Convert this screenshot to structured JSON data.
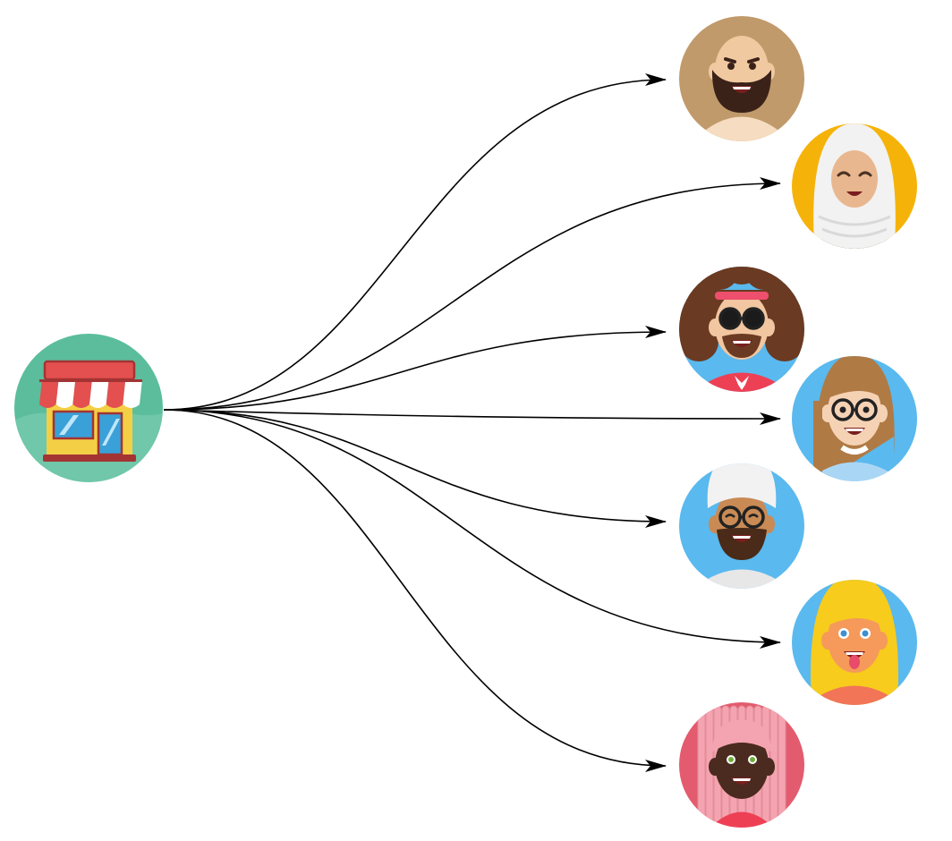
{
  "diagram": {
    "source": {
      "name": "store",
      "icon": "store-icon",
      "colors": {
        "background": "#5bbd9c",
        "awning_red": "#e3504f",
        "awning_white": "#ffffff",
        "wall": "#f3cf45",
        "window": "#3aa0d8",
        "base": "#a33433"
      }
    },
    "customers": [
      {
        "name": "customer-bald-bearded-man",
        "icon": "bald-bearded-man-avatar-icon",
        "bg": "#c19a6b",
        "skin": "#f0c9a0",
        "hair": "#3b2219",
        "shirt": "#f6dcc0"
      },
      {
        "name": "customer-hijab-woman",
        "icon": "hijab-woman-avatar-icon",
        "bg": "#f5b30a",
        "skin": "#e9b78f",
        "hair": "#f2f2f2",
        "shirt": "#34495e"
      },
      {
        "name": "customer-curly-hair-man",
        "icon": "curly-hair-sunglasses-man-avatar-icon",
        "bg": "#5ab9ee",
        "skin": "#f1c6a0",
        "hair": "#6b3a22",
        "shirt": "#ee4055"
      },
      {
        "name": "customer-glasses-woman",
        "icon": "glasses-woman-avatar-icon",
        "bg": "#5ab9ee",
        "skin": "#f6d2b5",
        "hair": "#b07a45",
        "shirt": "#aad6f5"
      },
      {
        "name": "customer-turban-man",
        "icon": "turban-man-avatar-icon",
        "bg": "#5ab9ee",
        "skin": "#c98a55",
        "hair": "#f2f2f2",
        "shirt": "#e7e7e7"
      },
      {
        "name": "customer-blonde-woman",
        "icon": "blonde-woman-avatar-icon",
        "bg": "#5ab9ee",
        "skin": "#f59a5a",
        "hair": "#f7cc1d",
        "shirt": "#f27557"
      },
      {
        "name": "customer-pink-dreadlocks-woman",
        "icon": "pink-dreadlocks-woman-avatar-icon",
        "bg": "#e35b6e",
        "skin": "#4b2a1f",
        "hair": "#f4a4b0",
        "shirt": "#ee4055"
      }
    ],
    "connector": {
      "color": "#000000",
      "style": "curved-arrow"
    }
  }
}
